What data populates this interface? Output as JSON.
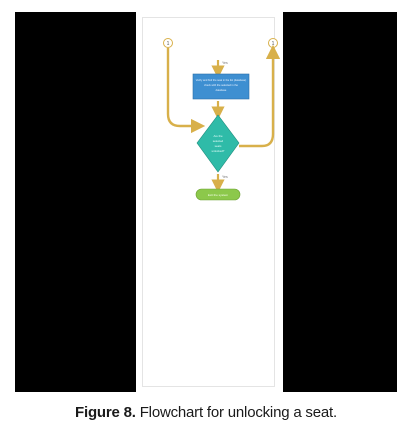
{
  "caption": {
    "label": "Figure 8.",
    "text": " Flowchart for unlocking a seat."
  },
  "diagram": {
    "start_connector": "1",
    "end_connector": "1",
    "edge_labels": {
      "top": "Yes",
      "bottom": "Yes"
    },
    "process_text_lines": [
      "Verify and find the seat in the list (database)",
      "check with the selected in the",
      "database"
    ],
    "decision_text_lines": [
      "Are the",
      "selected",
      "seats",
      "unlocked?"
    ],
    "terminal_text": "Exit the system",
    "colors": {
      "arrow": "#d8b04a",
      "process_fill": "#3e8fd1",
      "decision_fill": "#2fbba8",
      "terminal_fill": "#8cc84b",
      "connector_stroke": "#d8b04a"
    }
  }
}
